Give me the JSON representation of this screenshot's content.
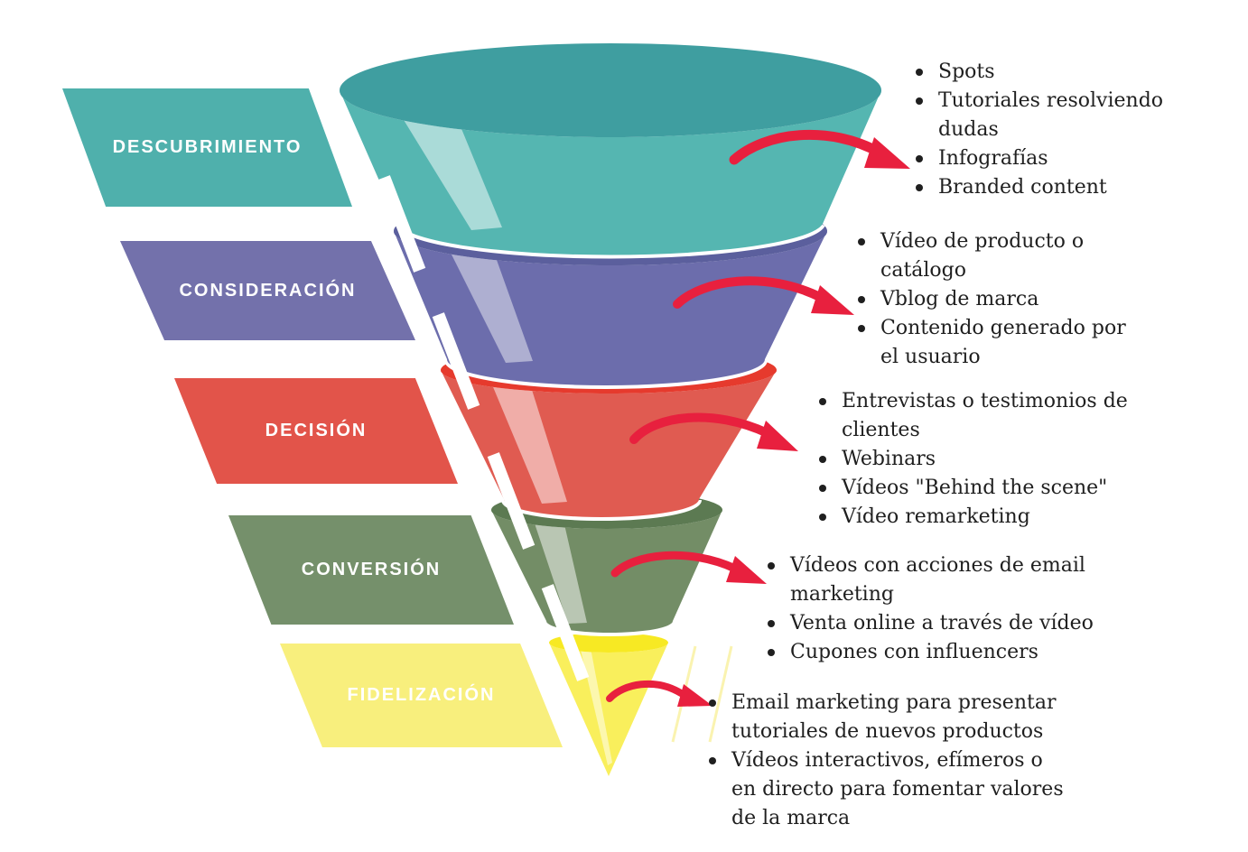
{
  "stages": [
    {
      "label": "DESCUBRIMIENTO",
      "colors": {
        "label": "#4FB0AC",
        "rim": "#3F9EA0",
        "body": "#55B6B1"
      },
      "items": [
        "Spots",
        "Tutoriales resolviendo\ndudas",
        "Infografías",
        "Branded content"
      ]
    },
    {
      "label": "CONSIDERACIÓN",
      "colors": {
        "label": "#7371AB",
        "rim": "#5B5F9D",
        "body": "#6C6DAC"
      },
      "items": [
        "Vídeo de producto o\ncatálogo",
        "Vblog de marca",
        "Contenido generado por\nel usuario"
      ]
    },
    {
      "label": "DECISIÓN",
      "colors": {
        "label": "#E2544A",
        "rim": "#E63A2D",
        "body": "#E05B51"
      },
      "items": [
        "Entrevistas o testimonios de\nclientes",
        "Webinars",
        "Vídeos \"Behind the scene\"",
        "Vídeo remarketing"
      ]
    },
    {
      "label": "CONVERSIÓN",
      "colors": {
        "label": "#75906B",
        "rim": "#5C7A52",
        "body": "#738D66"
      },
      "items": [
        "Vídeos con acciones de email\nmarketing",
        "Venta online a través de vídeo",
        "Cupones con influencers"
      ]
    },
    {
      "label": "FIDELIZACIÓN",
      "colors": {
        "label": "#F8EF7D",
        "rim": "#F7E923",
        "body": "#F9EF5C"
      },
      "items": [
        "Email marketing para presentar\ntutoriales de nuevos productos",
        "Vídeos interactivos, efímeros o\nen directo para fomentar valores\nde la marca"
      ]
    }
  ],
  "arrow": {
    "color": "#E8203E"
  },
  "text_color": "#1F1F1F",
  "label_text_color": "#FFFFFF"
}
